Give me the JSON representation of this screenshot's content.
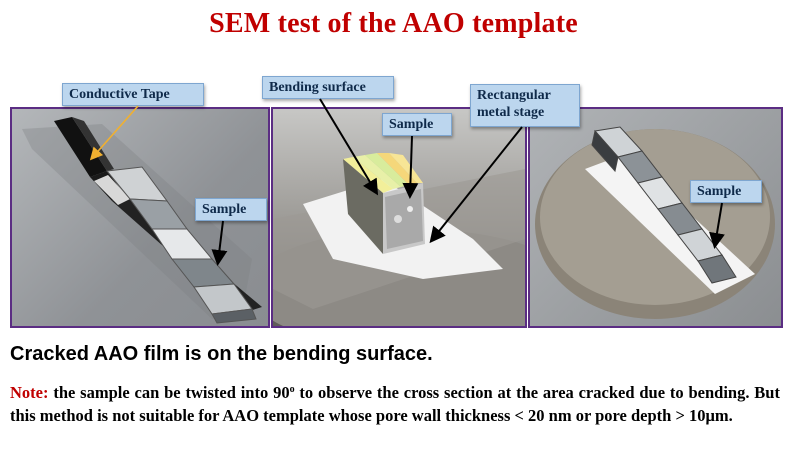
{
  "title": "SEM test of the AAO template",
  "callouts": {
    "conductive_tape": "Conductive Tape",
    "bending_surface": "Bending surface",
    "sample_1": "Sample",
    "sample_2": "Sample",
    "sample_3": "Sample",
    "stage_line1": "Rectangular",
    "stage_line2": "metal stage"
  },
  "caption": "Cracked AAO film is on the bending surface.",
  "note": {
    "label": "Note:",
    "text_before_sup": " the sample can be twisted into 90",
    "superscript": "o",
    "text_after_sup": " to observe the cross section at the area cracked due to bending. But this method is not suitable for AAO template whose pore wall thickness < 20 nm or pore depth > 10μm."
  },
  "colors": {
    "title": "#c00000",
    "panel_border": "#5b2d83",
    "callout_bg": "#bcd6ee",
    "tape_arrow": "#f0b030"
  }
}
